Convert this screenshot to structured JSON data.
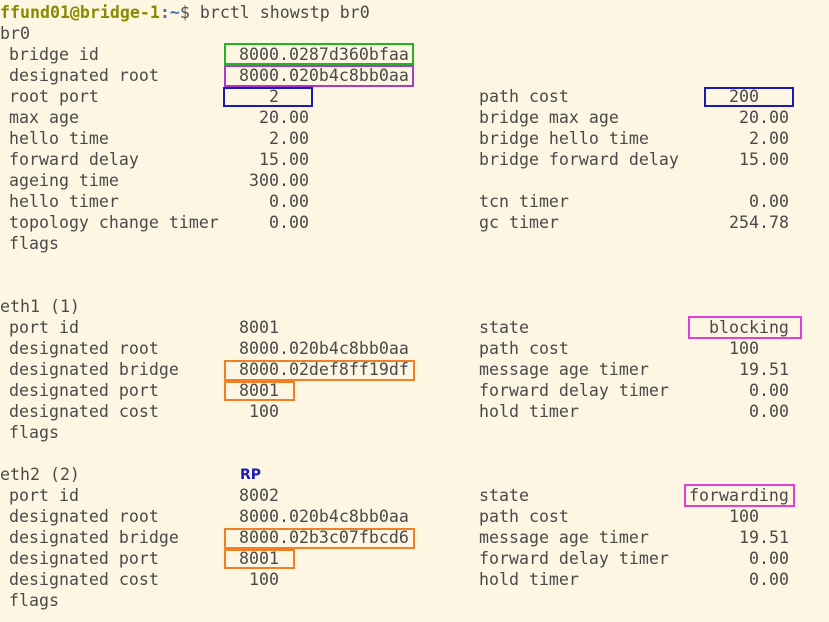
{
  "prompt": {
    "user_host": "ffund01@bridge-1",
    "sep": ":",
    "path": "~",
    "symbol": "$ ",
    "command": "brctl showstp br0"
  },
  "bridge": {
    "name": "br0",
    "bridge_id_label": "bridge id",
    "bridge_id": "8000.0287d360bfaa",
    "designated_root_label": "designated root",
    "designated_root": "8000.020b4c8bb0aa",
    "root_port_label": "root port",
    "root_port": "2",
    "path_cost_label": "path cost",
    "path_cost": "200",
    "max_age_label": "max age",
    "max_age": "20.00",
    "bridge_max_age_label": "bridge max age",
    "bridge_max_age": "20.00",
    "hello_time_label": "hello time",
    "hello_time": "2.00",
    "bridge_hello_time_label": "bridge hello time",
    "bridge_hello_time": "2.00",
    "forward_delay_label": "forward delay",
    "forward_delay": "15.00",
    "bridge_forward_delay_label": "bridge forward delay",
    "bridge_forward_delay": "15.00",
    "ageing_time_label": "ageing time",
    "ageing_time": "300.00",
    "hello_timer_label": "hello timer",
    "hello_timer": "0.00",
    "tcn_timer_label": "tcn timer",
    "tcn_timer": "0.00",
    "topology_change_timer_label": "topology change timer",
    "topology_change_timer": "0.00",
    "gc_timer_label": "gc timer",
    "gc_timer": "254.78",
    "flags_label": "flags"
  },
  "ports": [
    {
      "header": "eth1 (1)",
      "port_id_label": "port id",
      "port_id": "8001",
      "state_label": "state",
      "state": "blocking",
      "designated_root_label": "designated root",
      "designated_root": "8000.020b4c8bb0aa",
      "path_cost_label": "path cost",
      "path_cost": "100",
      "designated_bridge_label": "designated bridge",
      "designated_bridge": "8000.02def8ff19df",
      "message_age_timer_label": "message age timer",
      "message_age_timer": "19.51",
      "designated_port_label": "designated port",
      "designated_port": "8001",
      "forward_delay_timer_label": "forward delay timer",
      "forward_delay_timer": "0.00",
      "designated_cost_label": "designated cost",
      "designated_cost": "100",
      "hold_timer_label": "hold timer",
      "hold_timer": "0.00",
      "flags_label": "flags"
    },
    {
      "header": "eth2 (2)",
      "annotation": "RP",
      "port_id_label": "port id",
      "port_id": "8002",
      "state_label": "state",
      "state": "forwarding",
      "designated_root_label": "designated root",
      "designated_root": "8000.020b4c8bb0aa",
      "path_cost_label": "path cost",
      "path_cost": "100",
      "designated_bridge_label": "designated bridge",
      "designated_bridge": "8000.02b3c07fbcd6",
      "message_age_timer_label": "message age timer",
      "message_age_timer": "19.51",
      "designated_port_label": "designated port",
      "designated_port": "8001",
      "forward_delay_timer_label": "forward delay timer",
      "forward_delay_timer": "0.00",
      "designated_cost_label": "designated cost",
      "designated_cost": "100",
      "hold_timer_label": "hold timer",
      "hold_timer": "0.00",
      "flags_label": "flags"
    }
  ],
  "colors": {
    "background": "#fdf6e3",
    "text": "#4a4a4a",
    "box_green": "#22b522",
    "box_purple": "#b03ac8",
    "box_blue": "#1a1ab8",
    "box_orange": "#f07f26",
    "box_magenta": "#e040d8",
    "annotation_blue": "#1a1ab8"
  }
}
